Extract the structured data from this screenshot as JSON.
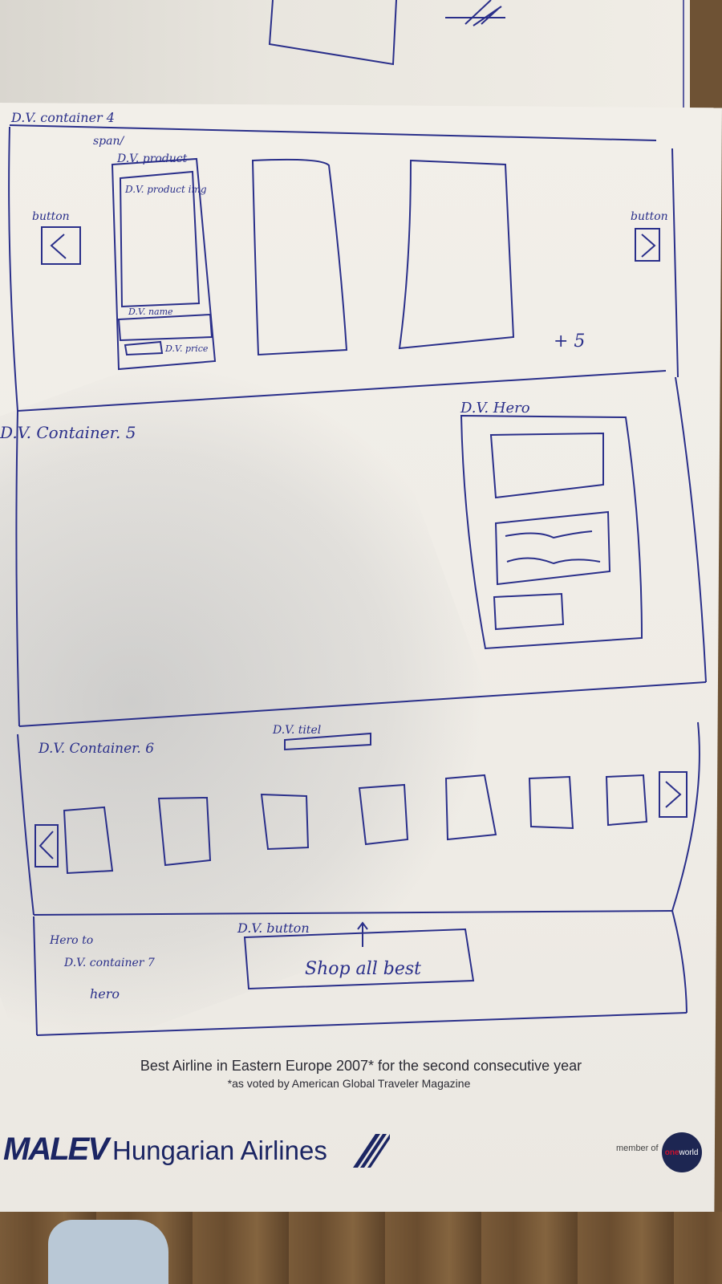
{
  "sketch": {
    "container4_label": "D.V. container 4",
    "span_label": "span/",
    "product_label": "D.V. product",
    "product_img_label": "D.V. product img",
    "product_name_label": "D.V. name",
    "product_price_label": "D.V. price",
    "button_left_label": "button",
    "button_right_label": "button",
    "plus_count": "+ 5",
    "container5_label": "D.V. Container. 5",
    "hero_label": "D.V. Hero",
    "container6_label": "D.V. Container. 6",
    "titel_label": "D.V. titel",
    "hero_note_line1": "Hero to",
    "hero_note_line2": "D.V. container 7",
    "hero_note_line3": "hero",
    "dv_button_label": "D.V. button",
    "shop_button_text": "Shop all best",
    "prev_glyph": "<",
    "next_glyph": ">"
  },
  "footer": {
    "headline": "Best Airline in Eastern Europe 2007* for the second consecutive year",
    "footnote": "*as voted by American Global Traveler Magazine",
    "brand_malev": "MALEV",
    "brand_rest": "Hungarian  Airlines",
    "member_of": "member of",
    "oneworld_one": "one",
    "oneworld_world": "world"
  }
}
